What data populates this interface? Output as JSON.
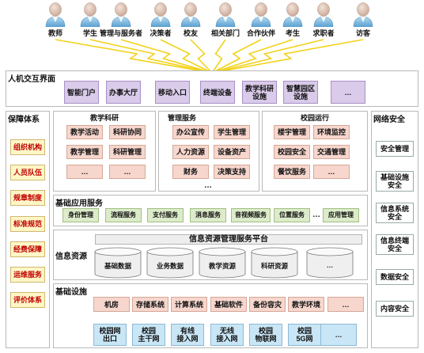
{
  "users": [
    "教师",
    "学生",
    "管理与服务者",
    "决策者",
    "校友",
    "相关部门",
    "合作伙伴",
    "考生",
    "求职者",
    "访客"
  ],
  "hci": {
    "title": "人机交互界面",
    "items": [
      "智能门户",
      "办事大厅",
      "移动入口",
      "终端设备",
      "教学科研\n设施",
      "智慧园区\n设施",
      "…"
    ]
  },
  "guarantee": {
    "title": "保障体系",
    "items": [
      "组织机构",
      "人员队伍",
      "规章制度",
      "标准规范",
      "经费保障",
      "运维服务",
      "评价体系"
    ]
  },
  "security": {
    "title": "网络安全",
    "items": [
      "安全管理",
      "基础设施\n安全",
      "信息系统\n安全",
      "信息终端\n安全",
      "数据安全",
      "内容安全"
    ]
  },
  "teaching": {
    "title": "教学科研",
    "items": [
      "教学活动",
      "科研协同",
      "教学管理",
      "科研管理",
      "…",
      "…"
    ]
  },
  "management": {
    "title": "管理服务",
    "items": [
      "办公宣传",
      "学生管理",
      "人力资源",
      "设备资产",
      "财务",
      "决策支持"
    ],
    "more": "…"
  },
  "campus": {
    "title": "校园运行",
    "items": [
      "楼宇管理",
      "环境监控",
      "校园安全",
      "交通管理",
      "餐饮服务",
      "…"
    ]
  },
  "basic_app": {
    "title": "基础应用服务",
    "items": [
      "身份管理",
      "流程服务",
      "支付服务",
      "消息服务",
      "音视频服务",
      "位置服务"
    ],
    "more": "…",
    "last": "应用管理"
  },
  "info_resource": {
    "title": "信息资源",
    "platform": "信息资源管理服务平台",
    "items": [
      "基础数据",
      "业务数据",
      "教学资源",
      "科研资源",
      "…"
    ]
  },
  "infrastructure": {
    "title": "基础设施",
    "row1": [
      "机房",
      "存储系统",
      "计算系统",
      "基础软件",
      "备份容灾",
      "教学环境",
      "…"
    ],
    "row2": [
      "校园网\n出口",
      "校园\n主干网",
      "有线\n接入网",
      "无线\n接入网",
      "校园\n物联网",
      "校园\n5G网",
      "…"
    ]
  },
  "colors": {
    "purple": "#d9cbe9",
    "pink": "#f6d6cd",
    "yellow": "#fff6c6",
    "green": "#dcebc9",
    "blue": "#c9e6f6",
    "lightning": "#f2d21a"
  }
}
